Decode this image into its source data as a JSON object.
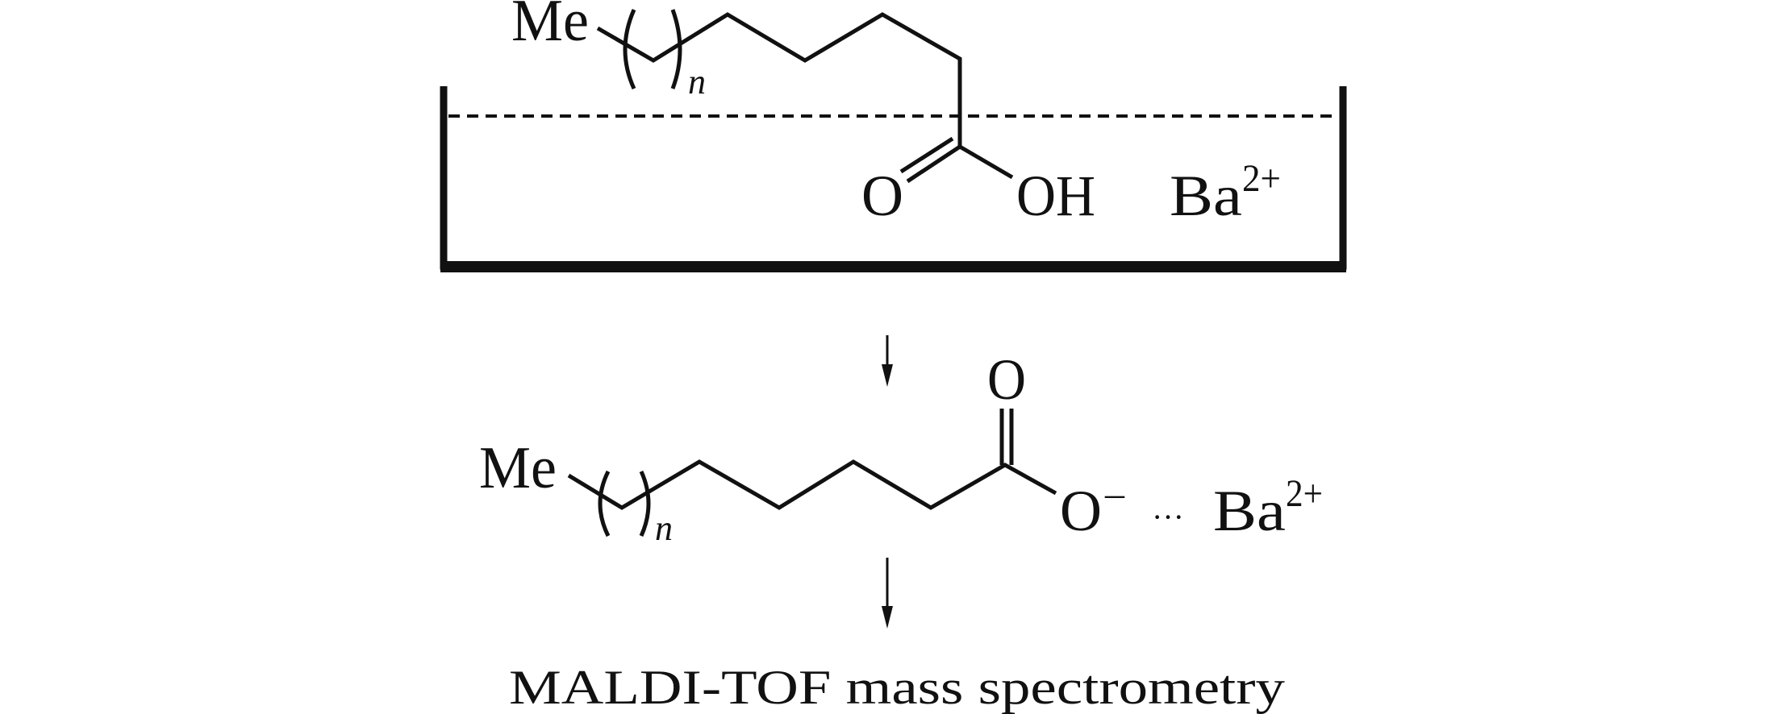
{
  "top": {
    "me_label": "Me",
    "n_label": "n",
    "carbonyl_o_label": "O",
    "hydroxyl_label": "OH",
    "ion_label": "Ba",
    "ion_charge": "2+"
  },
  "bottom": {
    "me_label": "Me",
    "n_label": "n",
    "carbonyl_o_label": "O",
    "carboxylate_o_label": "O",
    "carboxylate_charge": "–",
    "interaction_dots": "···",
    "ion_label": "Ba",
    "ion_charge": "2+"
  },
  "caption": "MALDI-TOF mass spectrometry"
}
